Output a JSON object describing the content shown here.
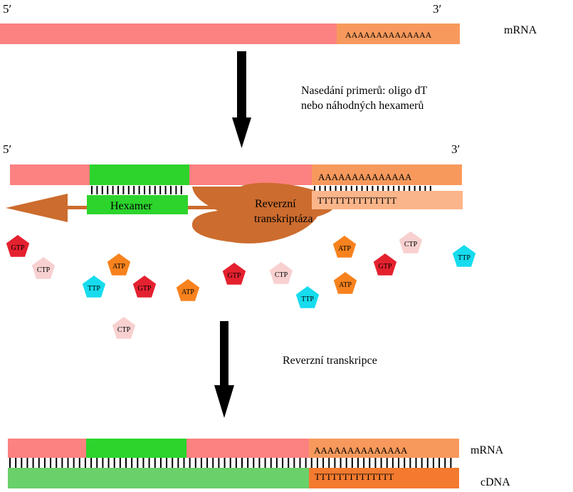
{
  "colors": {
    "mrna": "#fc8181",
    "polyA": "#f7995c",
    "polyT": "#fbb58a",
    "hexamer": "#2cd42c",
    "cdna_green": "#69d06a",
    "cdna_orange": "#f37a2f",
    "enzyme": "#cc6c2e",
    "gtp": "#e4212f",
    "ctp": "#f8d0d0",
    "atp": "#f7821e",
    "ttp": "#16dcee",
    "black": "#000000"
  },
  "stage1": {
    "five_prime": "5′",
    "three_prime": "3′",
    "poly_a": "AAAAAAAAAAAAAA",
    "mrna_label": "mRNA"
  },
  "step1": {
    "line1": "Nasedání primerů: oligo dT",
    "line2": "nebo náhodných hexamerů"
  },
  "stage2": {
    "five_prime": "5′",
    "three_prime": "3′",
    "poly_a": "AAAAAAAAAAAAAA",
    "poly_t": "TTTTTTTTTTTTTT",
    "hexamer": "Hexamer",
    "enzyme_line1": "Reverzní",
    "enzyme_line2": "transkriptáza"
  },
  "nucleotides": [
    "GTP",
    "CTP",
    "ATP",
    "TTP",
    "GTP",
    "ATP",
    "CTP",
    "GTP",
    "CTP",
    "TTP",
    "ATP",
    "ATP",
    "GTP",
    "CTP",
    "TTP"
  ],
  "step2": {
    "label": "Reverzní transkripce"
  },
  "stage3": {
    "poly_a": "AAAAAAAAAAAAAA",
    "poly_t": "TTTTTTTTTTTTTT",
    "mrna_label": "mRNA",
    "cdna_label": "cDNA"
  }
}
